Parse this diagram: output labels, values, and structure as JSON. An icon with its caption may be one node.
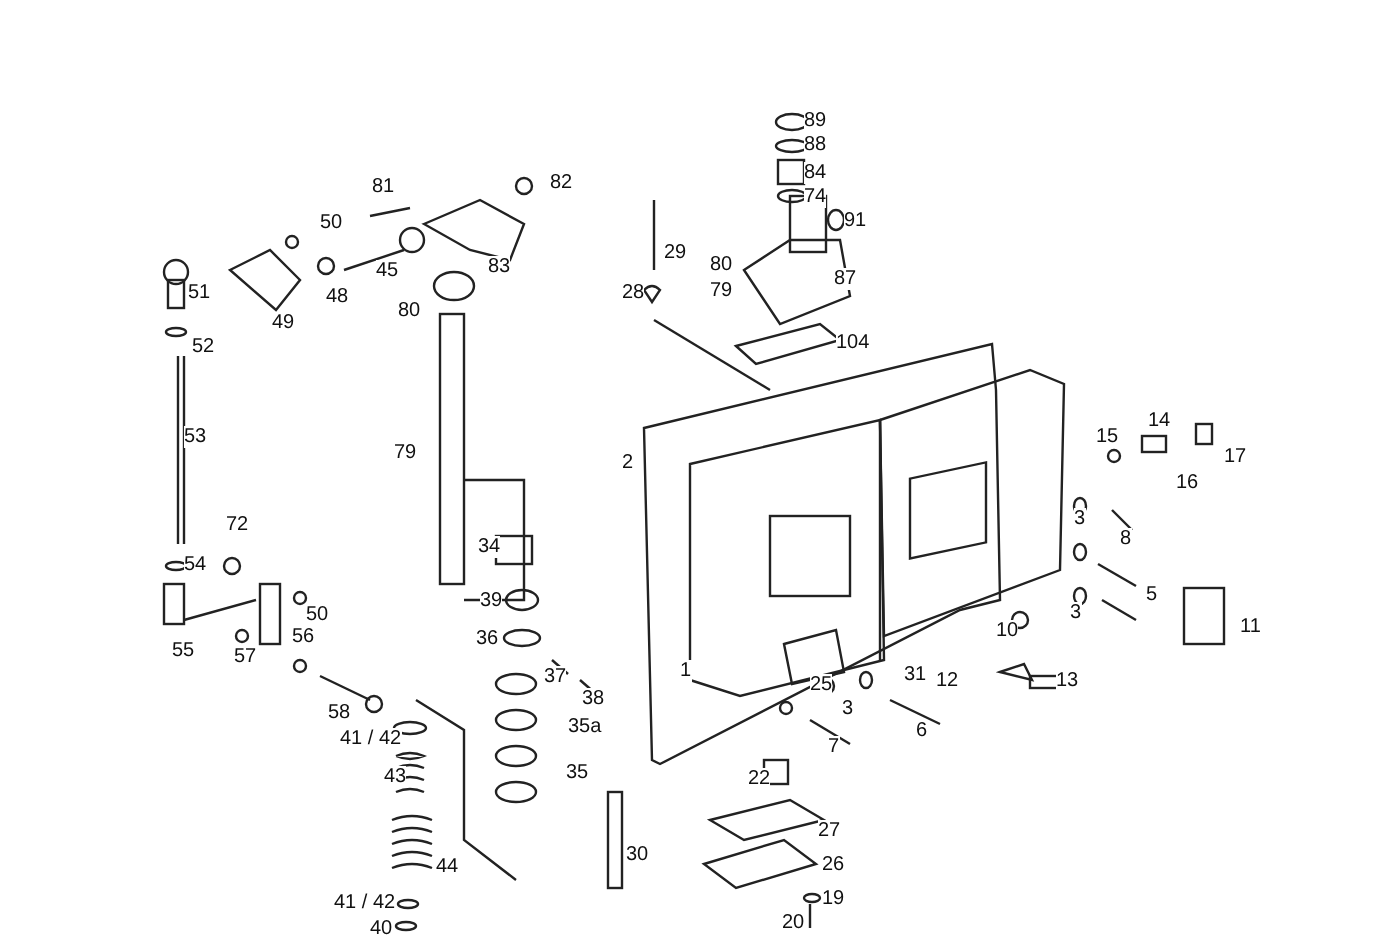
{
  "diagram": {
    "labels": [
      "82",
      "81",
      "50",
      "83",
      "45",
      "48",
      "51",
      "49",
      "89",
      "88",
      "84",
      "74",
      "91",
      "29",
      "80",
      "28",
      "79",
      "87",
      "80",
      "52",
      "104",
      "53",
      "79",
      "2",
      "14",
      "15",
      "17",
      "16",
      "72",
      "3",
      "8",
      "34",
      "54",
      "50",
      "5",
      "39",
      "56",
      "3",
      "11",
      "10",
      "36",
      "55",
      "57",
      "1",
      "37",
      "31",
      "12",
      "13",
      "25",
      "38",
      "3",
      "58",
      "35a",
      "6",
      "41 / 42",
      "7",
      "35",
      "43",
      "22",
      "27",
      "30",
      "44",
      "26",
      "19",
      "41 / 42",
      "20",
      "40"
    ]
  }
}
